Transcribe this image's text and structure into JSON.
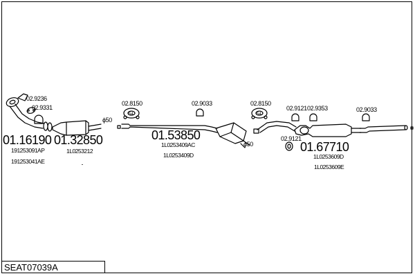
{
  "diagram": {
    "code": "SEAT07039A",
    "assemblies": [
      {
        "number": "01.16190",
        "oem": [
          "191253091AP",
          "191253041AE"
        ]
      },
      {
        "number": "01.32850",
        "oem": [
          "1L0253212"
        ]
      },
      {
        "number": "01.53850",
        "oem": [
          "1L0253409AC",
          "1L0253409D"
        ]
      },
      {
        "number": "01.67710",
        "oem": [
          "1L0253609D",
          "1L0253609E"
        ]
      }
    ],
    "fittings": {
      "gasket_front": "02.9236",
      "clamp_front": "02.9331",
      "hanger_1": "02.8150",
      "clamp_2": "02.9033",
      "hanger_2": "02.8150",
      "clamp_3a": "02.9121",
      "clamp_3b": "02.9353",
      "clamp_3c": "02.9121",
      "clamp_tail": "02.9033"
    },
    "diameters": {
      "d1": "ϕ50",
      "d2": "ϕ50"
    },
    "hanger_code": "54"
  }
}
